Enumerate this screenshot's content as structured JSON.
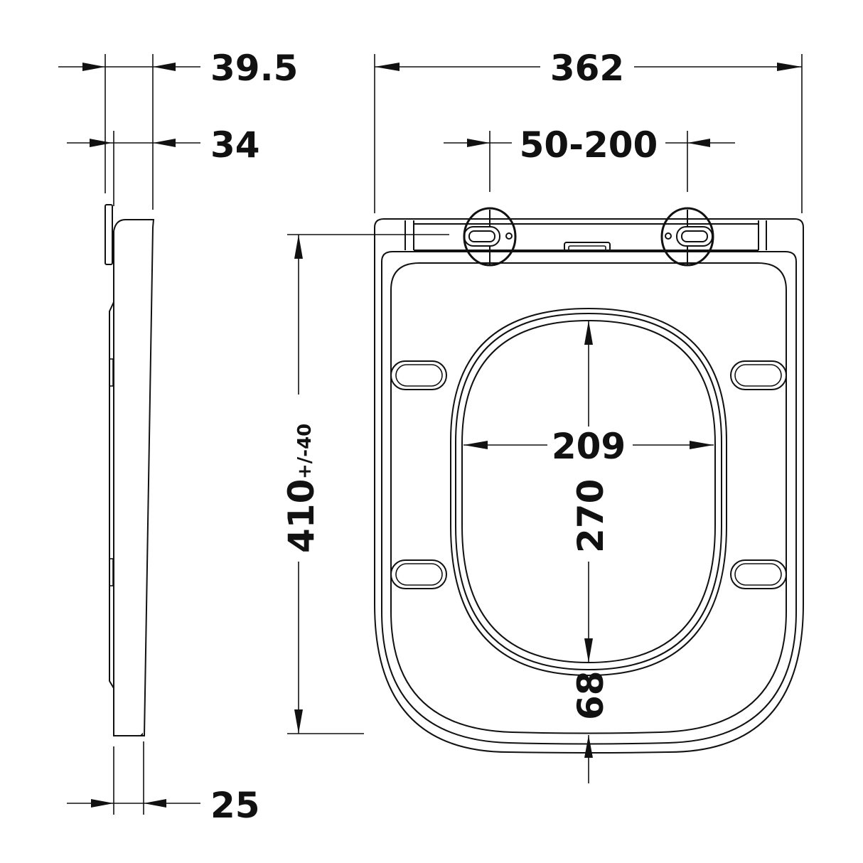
{
  "drawing": {
    "subject": "toilet seat technical drawing",
    "side_view": {
      "dimensions": {
        "total_thickness": "39.5",
        "seat_thickness": "34",
        "front_thickness": "25"
      }
    },
    "top_view": {
      "dimensions": {
        "overall_width": "362",
        "hinge_spacing": "50-200",
        "length_main": "410",
        "length_tolerance": "+/-40",
        "opening_width": "209",
        "opening_length": "270",
        "front_rim_depth": "68"
      }
    },
    "colors": {
      "line": "#111111",
      "background": "#ffffff"
    }
  }
}
